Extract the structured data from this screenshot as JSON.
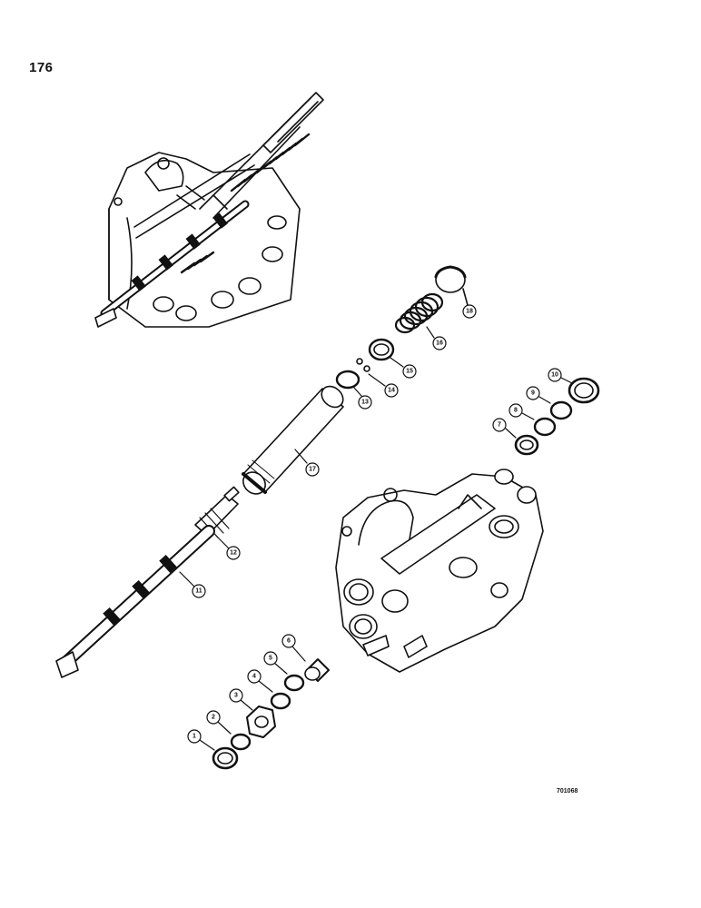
{
  "page": {
    "number": "176",
    "drawing_code": "701068"
  },
  "callouts": [
    "1",
    "2",
    "3",
    "4",
    "5",
    "6",
    "7",
    "8",
    "9",
    "10",
    "11",
    "12",
    "13",
    "14",
    "15",
    "16",
    "17",
    "18"
  ]
}
